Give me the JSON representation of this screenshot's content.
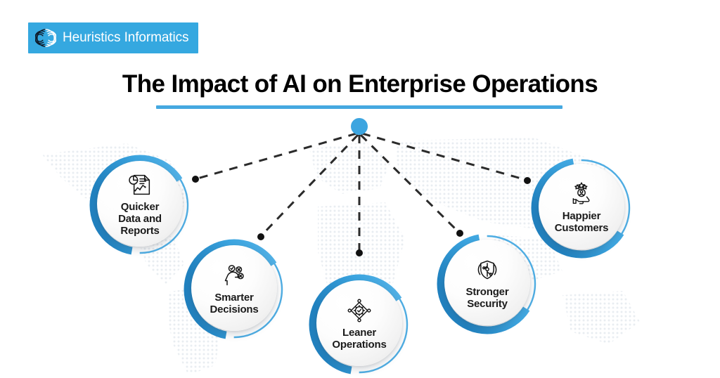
{
  "brand": {
    "name": "Heuristics Informatics",
    "logo_icon": "striped-circle-logo-icon",
    "banner_color": "#35A8E0",
    "text_color": "#FFFFFF"
  },
  "header": {
    "title": "The Impact of AI on Enterprise Operations",
    "underline_color": "#45A8E0",
    "title_color": "#000000"
  },
  "diagram": {
    "type": "hub-and-spoke",
    "hub": {
      "label": "",
      "icon": "hub-node-dot",
      "color": "#3CA5E0"
    },
    "connector_style": "dashed",
    "connector_color": "#2B2B2B",
    "endpoint_dot_color": "#111111",
    "accent_color": "#3CA5E0",
    "accent_color_dark": "#2A8BC8",
    "nodes": [
      {
        "id": "quicker-data-and-reports",
        "label": "Quicker\nData and\nReports",
        "icon": "report-document-chart-icon"
      },
      {
        "id": "smarter-decisions",
        "label": "Smarter\nDecisions",
        "icon": "head-decision-options-icon"
      },
      {
        "id": "leaner-operations",
        "label": "Leaner\nOperations",
        "icon": "gear-network-icon"
      },
      {
        "id": "stronger-security",
        "label": "Stronger\nSecurity",
        "icon": "shield-circuit-icon"
      },
      {
        "id": "happier-customers",
        "label": "Happier\nCustomers",
        "icon": "hand-customer-stars-icon"
      }
    ]
  },
  "background": {
    "map_style": "dotted-world-map",
    "map_dot_color": "#E9ECF0",
    "page_color": "#FFFFFF"
  }
}
